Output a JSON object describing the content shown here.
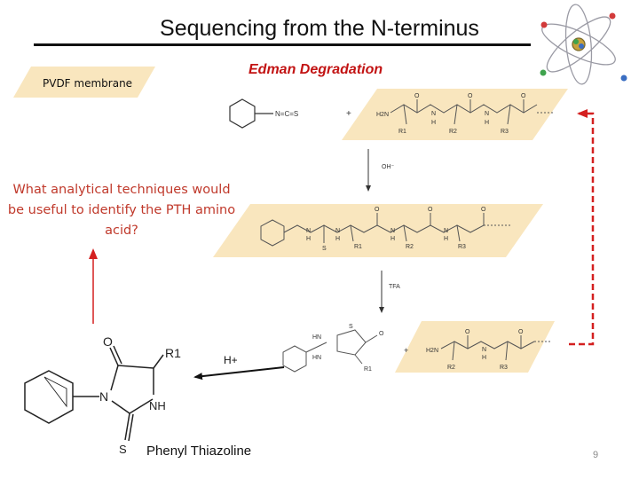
{
  "slide": {
    "title": "Sequencing from the N-terminus",
    "support_label": "PVDF membrane",
    "method_label": "Edman Degradation",
    "question": "What analytical techniques would be useful to identify the PTH amino acid?",
    "product_label": "Phenyl Thiazoline",
    "page_number": "9"
  },
  "reaction": {
    "reagent_text": "N=C=S",
    "plus": "+",
    "peptide_n_terminus": "H2N",
    "residues": [
      "R1",
      "R2",
      "R3"
    ],
    "step1_reagent": "OH⁻",
    "step2_reagent": "TFA",
    "acid": "H+"
  },
  "atoms": {
    "carbonyl_o": "O",
    "ring_n": "N",
    "ring_nh": "NH",
    "thione_s": "S",
    "amide_nh": "N",
    "amide_h": "H",
    "small_s": "S",
    "small_hn": "HN"
  },
  "colors": {
    "accent_red": "#c0392b",
    "dashed_loop": "#d42020",
    "membrane": "#f9e6be",
    "title_text": "#111111"
  }
}
